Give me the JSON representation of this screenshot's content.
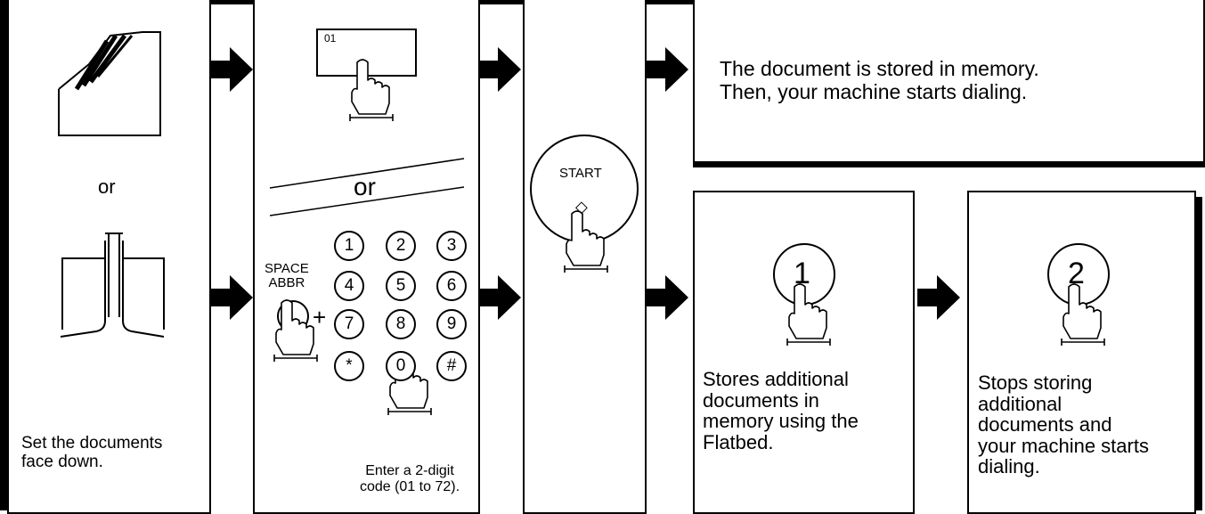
{
  "step1": {
    "or_label": "or",
    "caption_line1": "Set the documents",
    "caption_line2": "face down."
  },
  "step2": {
    "display_value": "01",
    "or_label": "or",
    "space_abbr_line1": "SPACE",
    "space_abbr_line2": "ABBR",
    "plus": "+",
    "keys": [
      "1",
      "2",
      "3",
      "4",
      "5",
      "6",
      "7",
      "8",
      "9",
      "*",
      "0",
      "#"
    ],
    "caption_line1": "Enter a 2-digit",
    "caption_line2": "code (01 to 72)."
  },
  "step3": {
    "start_label": "START",
    "start_symbol": "◇"
  },
  "result": {
    "line1": "The document is stored in memory.",
    "line2": "Then, your machine starts dialing."
  },
  "option1": {
    "key_label": "1",
    "caption_line1": "Stores additional",
    "caption_line2": "documents in",
    "caption_line3": "memory using the",
    "caption_line4": "Flatbed."
  },
  "option2": {
    "key_label": "2",
    "caption_line1": "Stops storing",
    "caption_line2": "additional",
    "caption_line3": "documents and",
    "caption_line4": "your machine starts",
    "caption_line5": "dialing."
  }
}
